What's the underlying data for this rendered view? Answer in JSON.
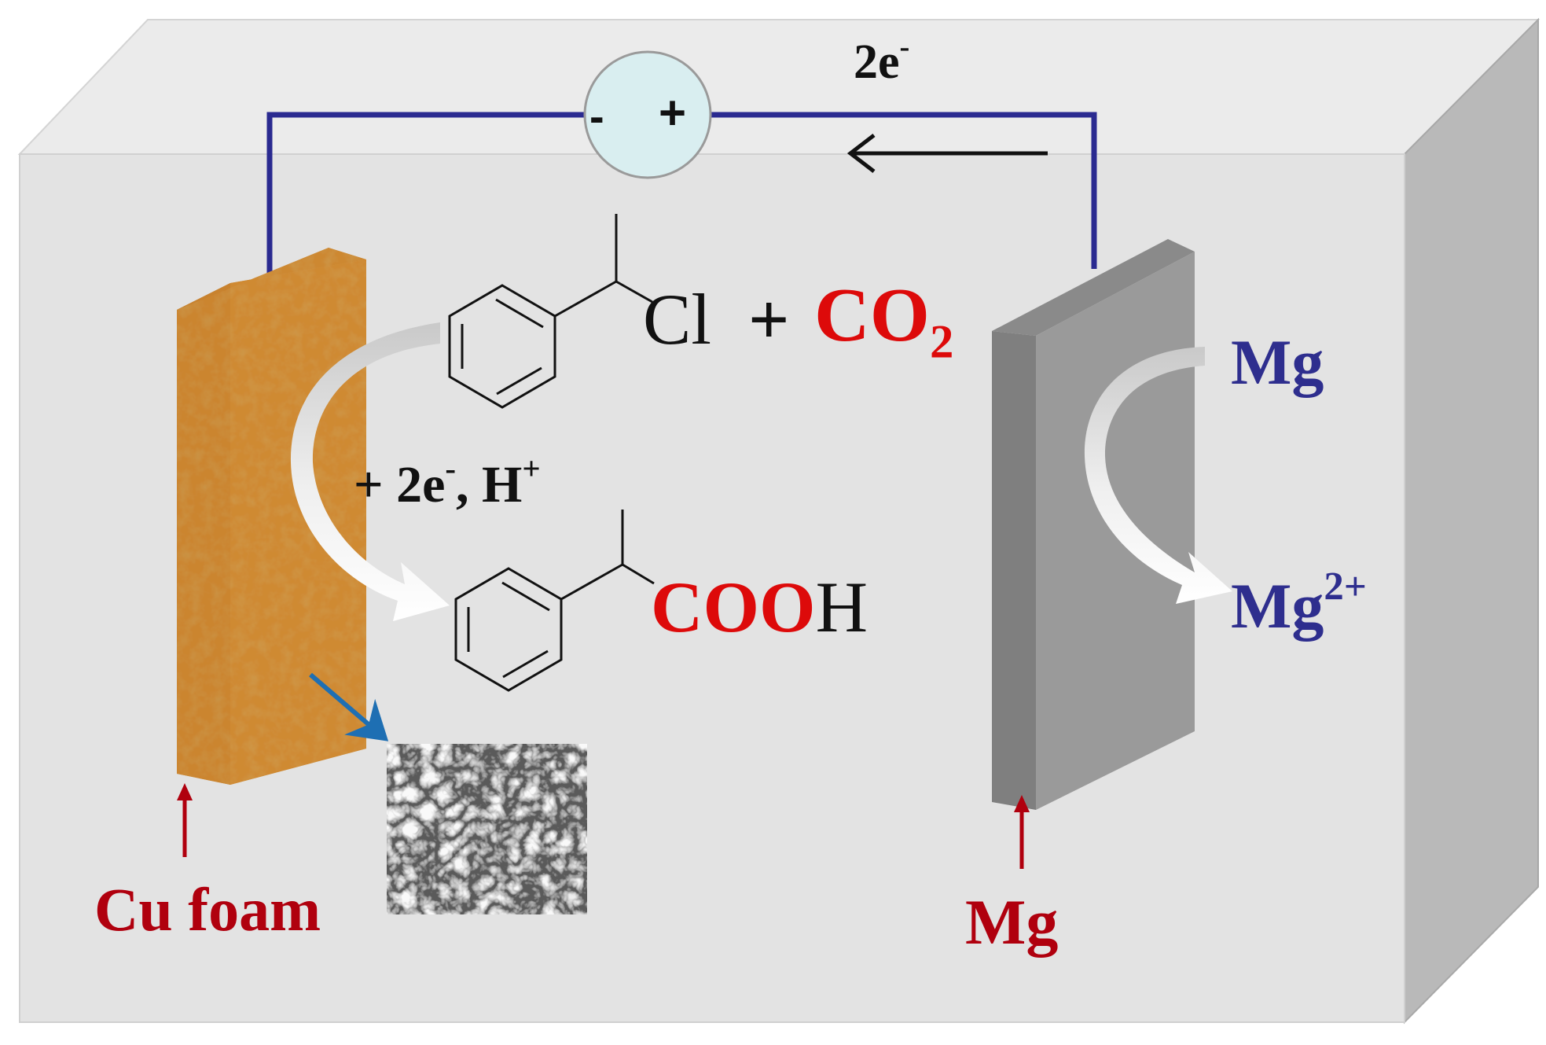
{
  "circuit": {
    "electron_label": "2e",
    "electron_sup": "-",
    "minus_sign": "-",
    "plus_sign": "+"
  },
  "reactant": {
    "cl": "Cl",
    "plus": "+",
    "co": "CO",
    "co_sub": "2"
  },
  "conditions": {
    "prefix": "+ 2e",
    "e_sup": "-",
    "middle": ", H",
    "h_sup": "+"
  },
  "product": {
    "cooh_red": "COO",
    "cooh_black": "H"
  },
  "anode_reaction": {
    "mg": "Mg",
    "mg_ion": "Mg",
    "mg_ion_sup": "2+"
  },
  "electrodes": {
    "cathode_label": "Cu foam",
    "anode_label": "Mg"
  },
  "colors": {
    "red": "#dd0a0a",
    "dark_red": "#b0000e",
    "navy": "#2e2e8e",
    "wire": "#2a2a90",
    "cell_front": "#e3e3e3",
    "cell_top": "#ebebeb",
    "cell_side": "#b9b9b9",
    "cu_foam": "#c8822e",
    "mg_plate": "#9a9a9a",
    "meter_fill": "#d9eef0",
    "sem_arrow": "#1e6fb3"
  },
  "icons": {
    "meter": "voltmeter-circle-icon",
    "electron_flow": "arrow-left-icon",
    "reduction": "curved-arrow-icon",
    "oxidation": "curved-arrow-icon",
    "pointer": "arrow-up-icon"
  }
}
